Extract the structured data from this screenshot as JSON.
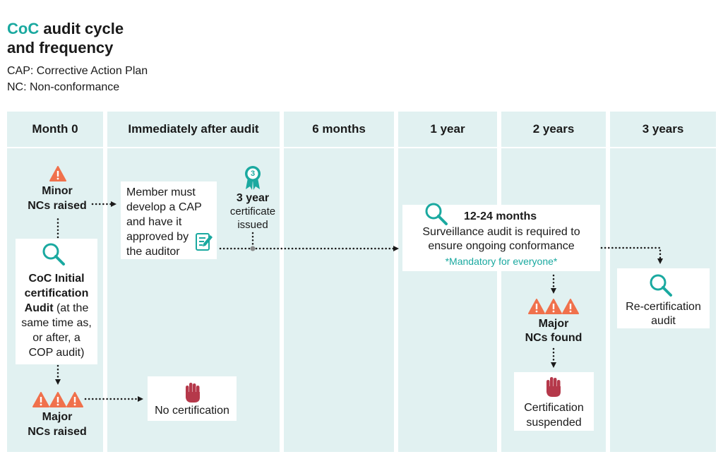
{
  "title": {
    "accent": "CoC",
    "line1_rest": "audit cycle",
    "line2": "and frequency"
  },
  "legend": [
    "CAP: Corrective Action Plan",
    "NC: Non-conformance"
  ],
  "columns": [
    "Month 0",
    "Immediately after audit",
    "6 months",
    "1 year",
    "2 years",
    "3 years"
  ],
  "month0": {
    "minor_line1": "Minor",
    "minor_line2": "NCs raised",
    "initial_bold_1": "CoC Initial",
    "initial_bold_2": "certification",
    "initial_bold_3": "Audit",
    "initial_normal_3": " (at the",
    "initial_normal_4": "same time as,",
    "initial_normal_5": "or after, a",
    "initial_normal_6": "COP audit)",
    "major_line1": "Major",
    "major_line2": "NCs raised"
  },
  "cap_box": {
    "line1": "Member must",
    "line2": "develop a CAP",
    "line3": "and have it",
    "line4": "approved by",
    "line5": "the auditor"
  },
  "certificate": {
    "badge_number": "3",
    "line1": "3 year",
    "line2": "certificate",
    "line3": "issued"
  },
  "no_cert": "No certification",
  "surveillance": {
    "title": "12-24 months",
    "line1": "Surveillance audit is required to",
    "line2": "ensure ongoing conformance",
    "note": "*Mandatory for everyone*"
  },
  "major_found": {
    "line1": "Major",
    "line2": "NCs found"
  },
  "suspended": {
    "line1": "Certification",
    "line2": "suspended"
  },
  "recert": {
    "line1": "Re-certification",
    "line2": "audit"
  },
  "colors": {
    "accent": "#1aa9a0",
    "column_bg": "#e1f1f1",
    "warning": "#f0714c",
    "stop": "#b5384a"
  }
}
